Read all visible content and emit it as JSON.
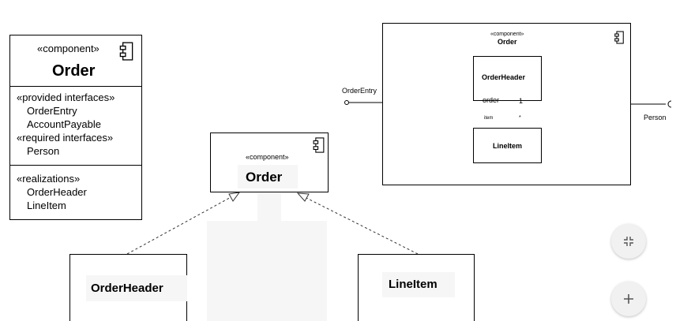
{
  "left_component": {
    "stereotype": "«component»",
    "name": "Order",
    "provided_header": "«provided interfaces»",
    "provided": [
      "OrderEntry",
      "AccountPayable"
    ],
    "required_header": "«required interfaces»",
    "required": [
      "Person"
    ],
    "realizations_header": "«realizations»",
    "realizations": [
      "OrderHeader",
      "LineItem"
    ]
  },
  "middle_component": {
    "stereotype": "«component»",
    "name": "Order"
  },
  "realizing_classes": {
    "left": "OrderHeader",
    "right": "LineItem"
  },
  "right_component": {
    "stereotype": "«component»",
    "name": "Order",
    "inner_top": "OrderHeader",
    "inner_bottom": "LineItem",
    "assoc_role_order": "order",
    "assoc_mult_one": "1",
    "assoc_role_item": "item",
    "assoc_mult_many": "*",
    "provided_port": "OrderEntry",
    "required_port": "Person"
  },
  "controls": {
    "collapse_icon": "collapse-icon",
    "add_icon": "plus-icon"
  }
}
